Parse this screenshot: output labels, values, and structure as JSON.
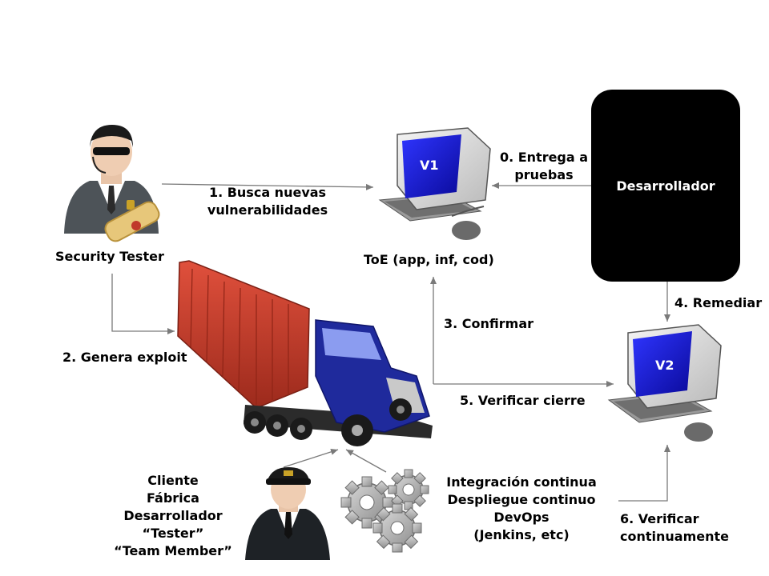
{
  "nodes": {
    "security_tester": "Security Tester",
    "toe": "ToE (app, inf, cod)",
    "developer": "Desarrollador",
    "v1": "V1",
    "v2": "V2"
  },
  "steps": {
    "s0": [
      "0. Entrega a",
      "pruebas"
    ],
    "s1": [
      "1. Busca nuevas",
      "vulnerabilidades"
    ],
    "s2": "2. Genera exploit",
    "s3": "3. Confirmar",
    "s4": "4. Remediar",
    "s5": "5. Verificar cierre",
    "s6": [
      "6. Verificar",
      "continuamente"
    ]
  },
  "actors": [
    "Cliente",
    "Fábrica",
    "Desarrollador",
    "“Tester”",
    "“Team Member”"
  ],
  "automation": [
    "Integración continua",
    "Despliegue continuo",
    "DevOps",
    "(Jenkins, etc)"
  ],
  "colors": {
    "screen": "#1a1ad0",
    "container": "#c0392b",
    "truck_cab": "#1f2a9c",
    "developer_box": "#000000"
  }
}
